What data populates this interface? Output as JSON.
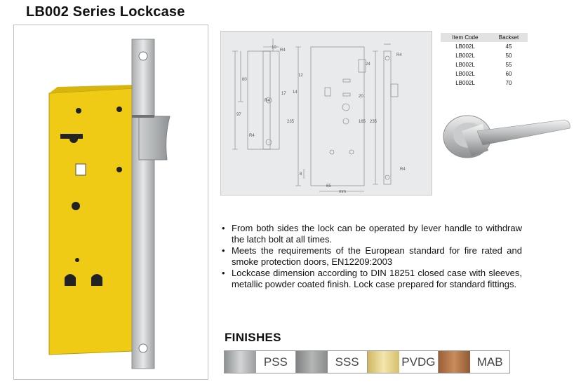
{
  "page": {
    "title": "LB002 Series Lockcase"
  },
  "spec_table": {
    "headers": [
      "Item Code",
      "Backset"
    ],
    "rows": [
      [
        "LB002L",
        "45"
      ],
      [
        "LB002L",
        "50"
      ],
      [
        "LB002L",
        "55"
      ],
      [
        "LB002L",
        "60"
      ],
      [
        "LB002L",
        "70"
      ]
    ]
  },
  "drawing_labels": {
    "r4_a": "R4",
    "r4_b": "R4",
    "r4_c": "R4",
    "r4_d": "R4",
    "r4_e": "R4",
    "d12": "12",
    "d10": "10",
    "d14": "14",
    "d17": "17",
    "d24": "24",
    "d20": "20",
    "d235a": "235",
    "d235b": "235",
    "d165": "165",
    "d97": "97",
    "d60": "60",
    "d8": "8",
    "d65": "65",
    "d_mm": "mm"
  },
  "bullets": [
    "From both sides the lock can be operated by lever handle to withdraw the latch bolt at all times.",
    "Meets the requirements of the European standard for fire rated and smoke protection doors, EN12209:2003",
    "Lockcase dimension according to DIN 18251 closed case with sleeves, metallic powder coated finish. Lock case prepared for standard fittings."
  ],
  "finishes": {
    "title": "FINISHES",
    "items": [
      {
        "code": "PSS",
        "color": "#aeb0b2"
      },
      {
        "code": "SSS",
        "color": "#9c9d9c"
      },
      {
        "code": "PVDG",
        "color": "#e4d08a"
      },
      {
        "code": "MAB",
        "color": "#b5784a"
      }
    ]
  },
  "colors": {
    "lockcase_body": "#efcb16",
    "faceplate": "#c9cbcc",
    "drawing_bg": "#e9eaec"
  }
}
